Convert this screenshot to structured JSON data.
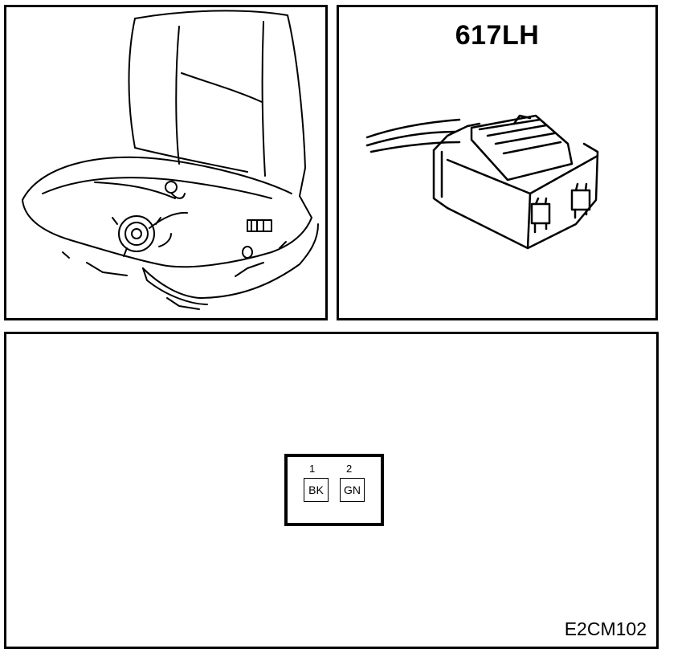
{
  "connector": {
    "id": "617LH"
  },
  "pinout": {
    "pins": [
      {
        "number": "1",
        "color": "BK"
      },
      {
        "number": "2",
        "color": "GN"
      }
    ]
  },
  "figure": {
    "code": "E2CM102"
  },
  "icons": [
    "seat-illustration",
    "connector-illustration"
  ]
}
